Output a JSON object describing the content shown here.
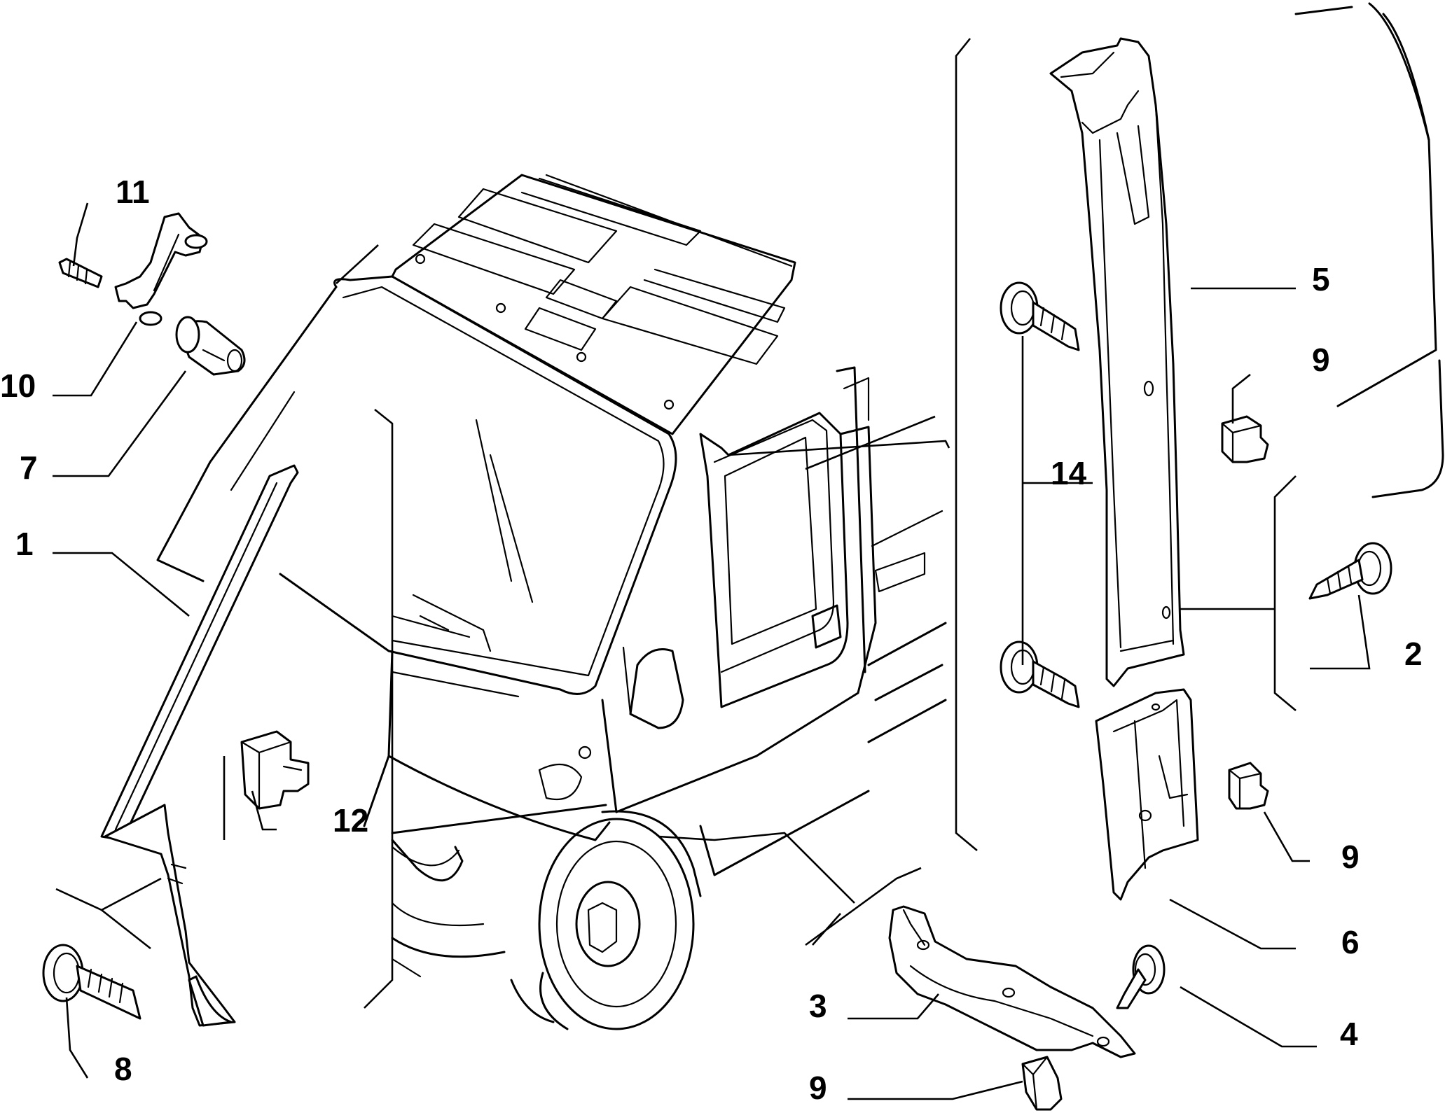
{
  "callouts": {
    "c1": "1",
    "c2": "2",
    "c3": "3",
    "c4": "4",
    "c5": "5",
    "c6": "6",
    "c7": "7",
    "c8": "8",
    "c9a": "9",
    "c9b": "9",
    "c9c": "9",
    "c10": "10",
    "c11": "11",
    "c12": "12",
    "c14": "14"
  }
}
